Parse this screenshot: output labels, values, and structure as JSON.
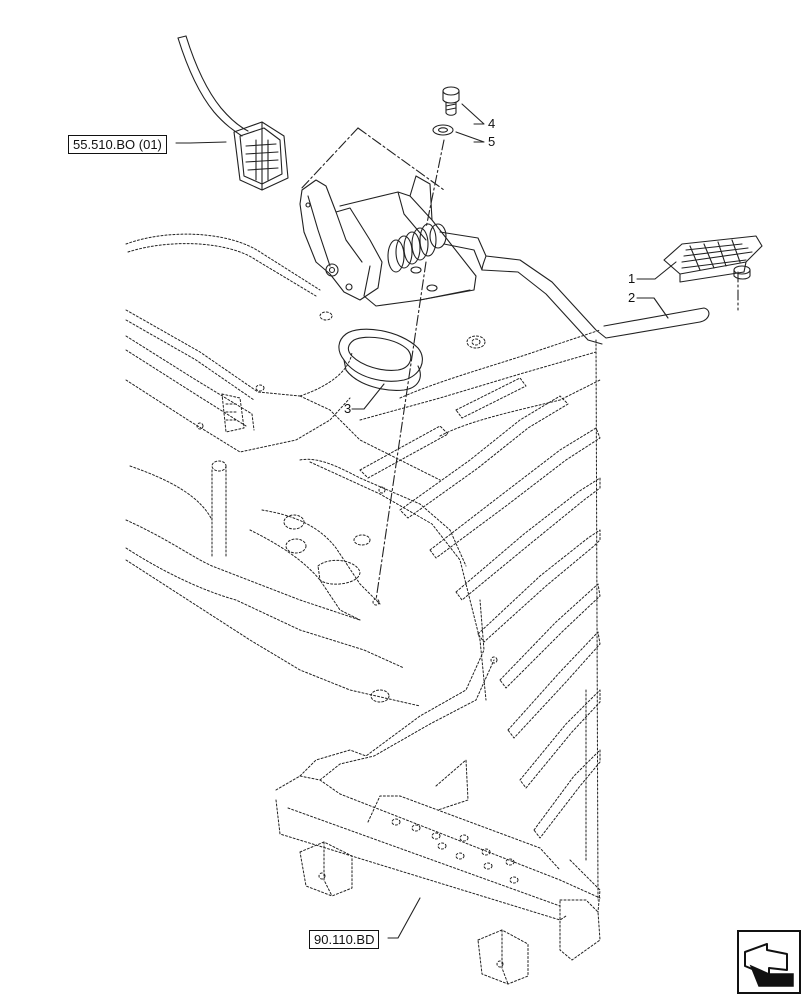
{
  "references": {
    "ref_top": "55.510.BO (01)",
    "ref_bottom": "90.110.BD"
  },
  "callouts": [
    "1",
    "2",
    "3",
    "4",
    "5"
  ],
  "icons": {
    "nav": "page-navigation-arrow-icon"
  }
}
